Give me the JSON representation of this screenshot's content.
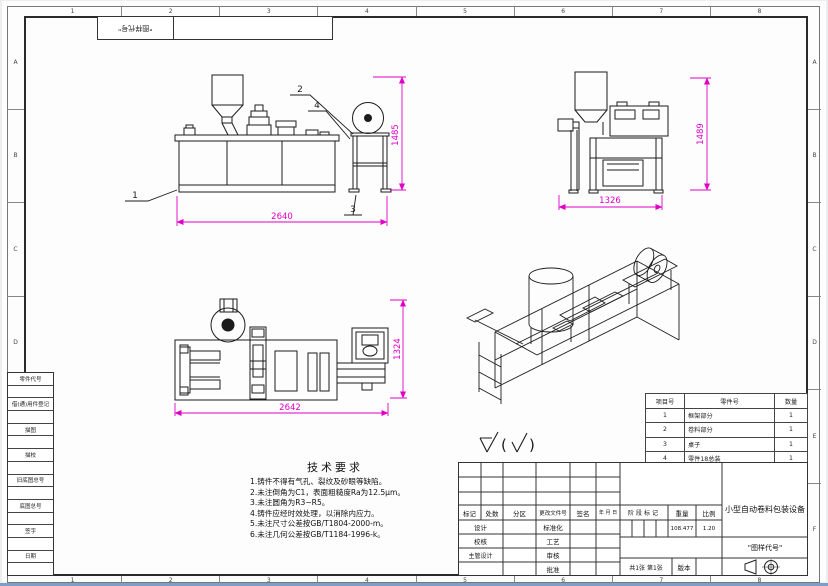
{
  "colors": {
    "dimension_lines": "#e100c8",
    "drawing_lines": "#1c1c1c"
  },
  "border": {
    "cols": [
      "1",
      "2",
      "3",
      "4",
      "5",
      "6",
      "7",
      "8"
    ],
    "rows": [
      "A",
      "B",
      "C",
      "D",
      "E",
      "F"
    ],
    "fold_label": "\"图样代号\""
  },
  "margin_fields": [
    "零件代号",
    "借(通)用件登记",
    "描图",
    "描校",
    "旧底图总号",
    "底图总号",
    "签字",
    "日期"
  ],
  "views": {
    "front": {
      "callouts": [
        "1",
        "2",
        "3",
        "4"
      ],
      "dim_w": "2640",
      "dim_h": "1485"
    },
    "side": {
      "dim_w": "1326",
      "dim_h": "1489"
    },
    "plan": {
      "dim_w": "2642",
      "dim_h": "1324"
    }
  },
  "surface": {
    "open": "(",
    "close": ")"
  },
  "tech": {
    "title": "技术要求",
    "items": [
      "1.铸件不得有气孔、裂纹及砂眼等缺陷。",
      "2.未注倒角为C1，表面粗糙度Ra为12.5μm。",
      "3.未注圆角为R3~R5。",
      "4.铸件应经时效处理，以消除内应力。",
      "5.未注尺寸公差按GB/T1804-2000-m。",
      "6.未注几何公差按GB/T1184-1996-k。"
    ]
  },
  "bom": {
    "headers": [
      "项目号",
      "零件号",
      "数量"
    ],
    "rows": [
      [
        "1",
        "框架部分",
        "1"
      ],
      [
        "2",
        "卷料部分",
        "1"
      ],
      [
        "3",
        "桌子",
        "1"
      ],
      [
        "4",
        "零件18总装",
        "1"
      ]
    ]
  },
  "title_block": {
    "rev_headers": [
      "标记",
      "处数",
      "分区",
      "更改文件号",
      "签名",
      "年 月 日"
    ],
    "design_labels": [
      "设计",
      "校核",
      "主管设计"
    ],
    "process_labels": [
      "标准化",
      "工艺",
      "审核",
      "批准"
    ],
    "stage_label": "阶段标记",
    "weight_label": "重量",
    "scale_label": "比例",
    "weight": "108.477",
    "scale": "1.20",
    "product_title": "小型自动卷料包装设备",
    "drawing_code": "\"图样代号\"",
    "sheet_info": "共1张  第1张",
    "version_label": "版本"
  }
}
